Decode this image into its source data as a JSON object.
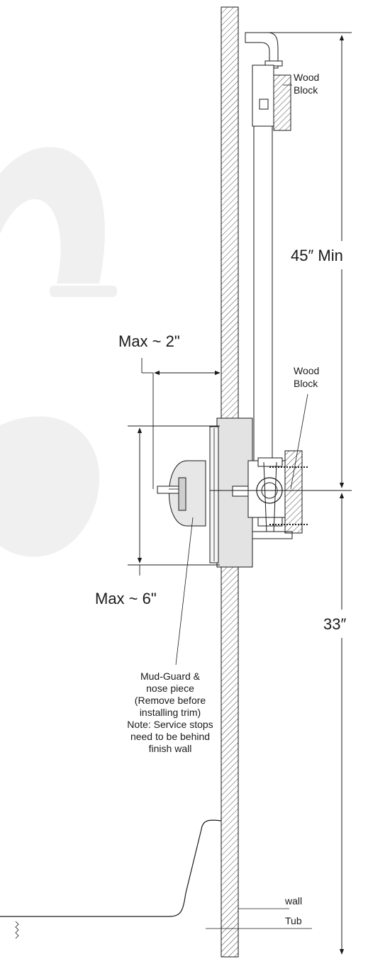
{
  "labels": {
    "wood_block_top_line1": "Wood",
    "wood_block_top_line2": "Block",
    "dim_45_min": "45″ Min",
    "max_2": "Max ~ 2\"",
    "wood_block_mid_line1": "Wood",
    "wood_block_mid_line2": "Block",
    "max_6": "Max ~ 6\"",
    "dim_33": "33″",
    "mud_guard_lines": [
      "Mud-Guard &",
      "nose piece",
      "(Remove before",
      "installing trim)",
      "Note: Service stops",
      "need to be behind",
      "finish wall"
    ],
    "wall": "wall",
    "tub": "Tub"
  },
  "colors": {
    "line": "#1a1a1a",
    "watermark": "#efefef",
    "mudguard_fill": "#e2e2e2",
    "hatch": "#333333"
  }
}
